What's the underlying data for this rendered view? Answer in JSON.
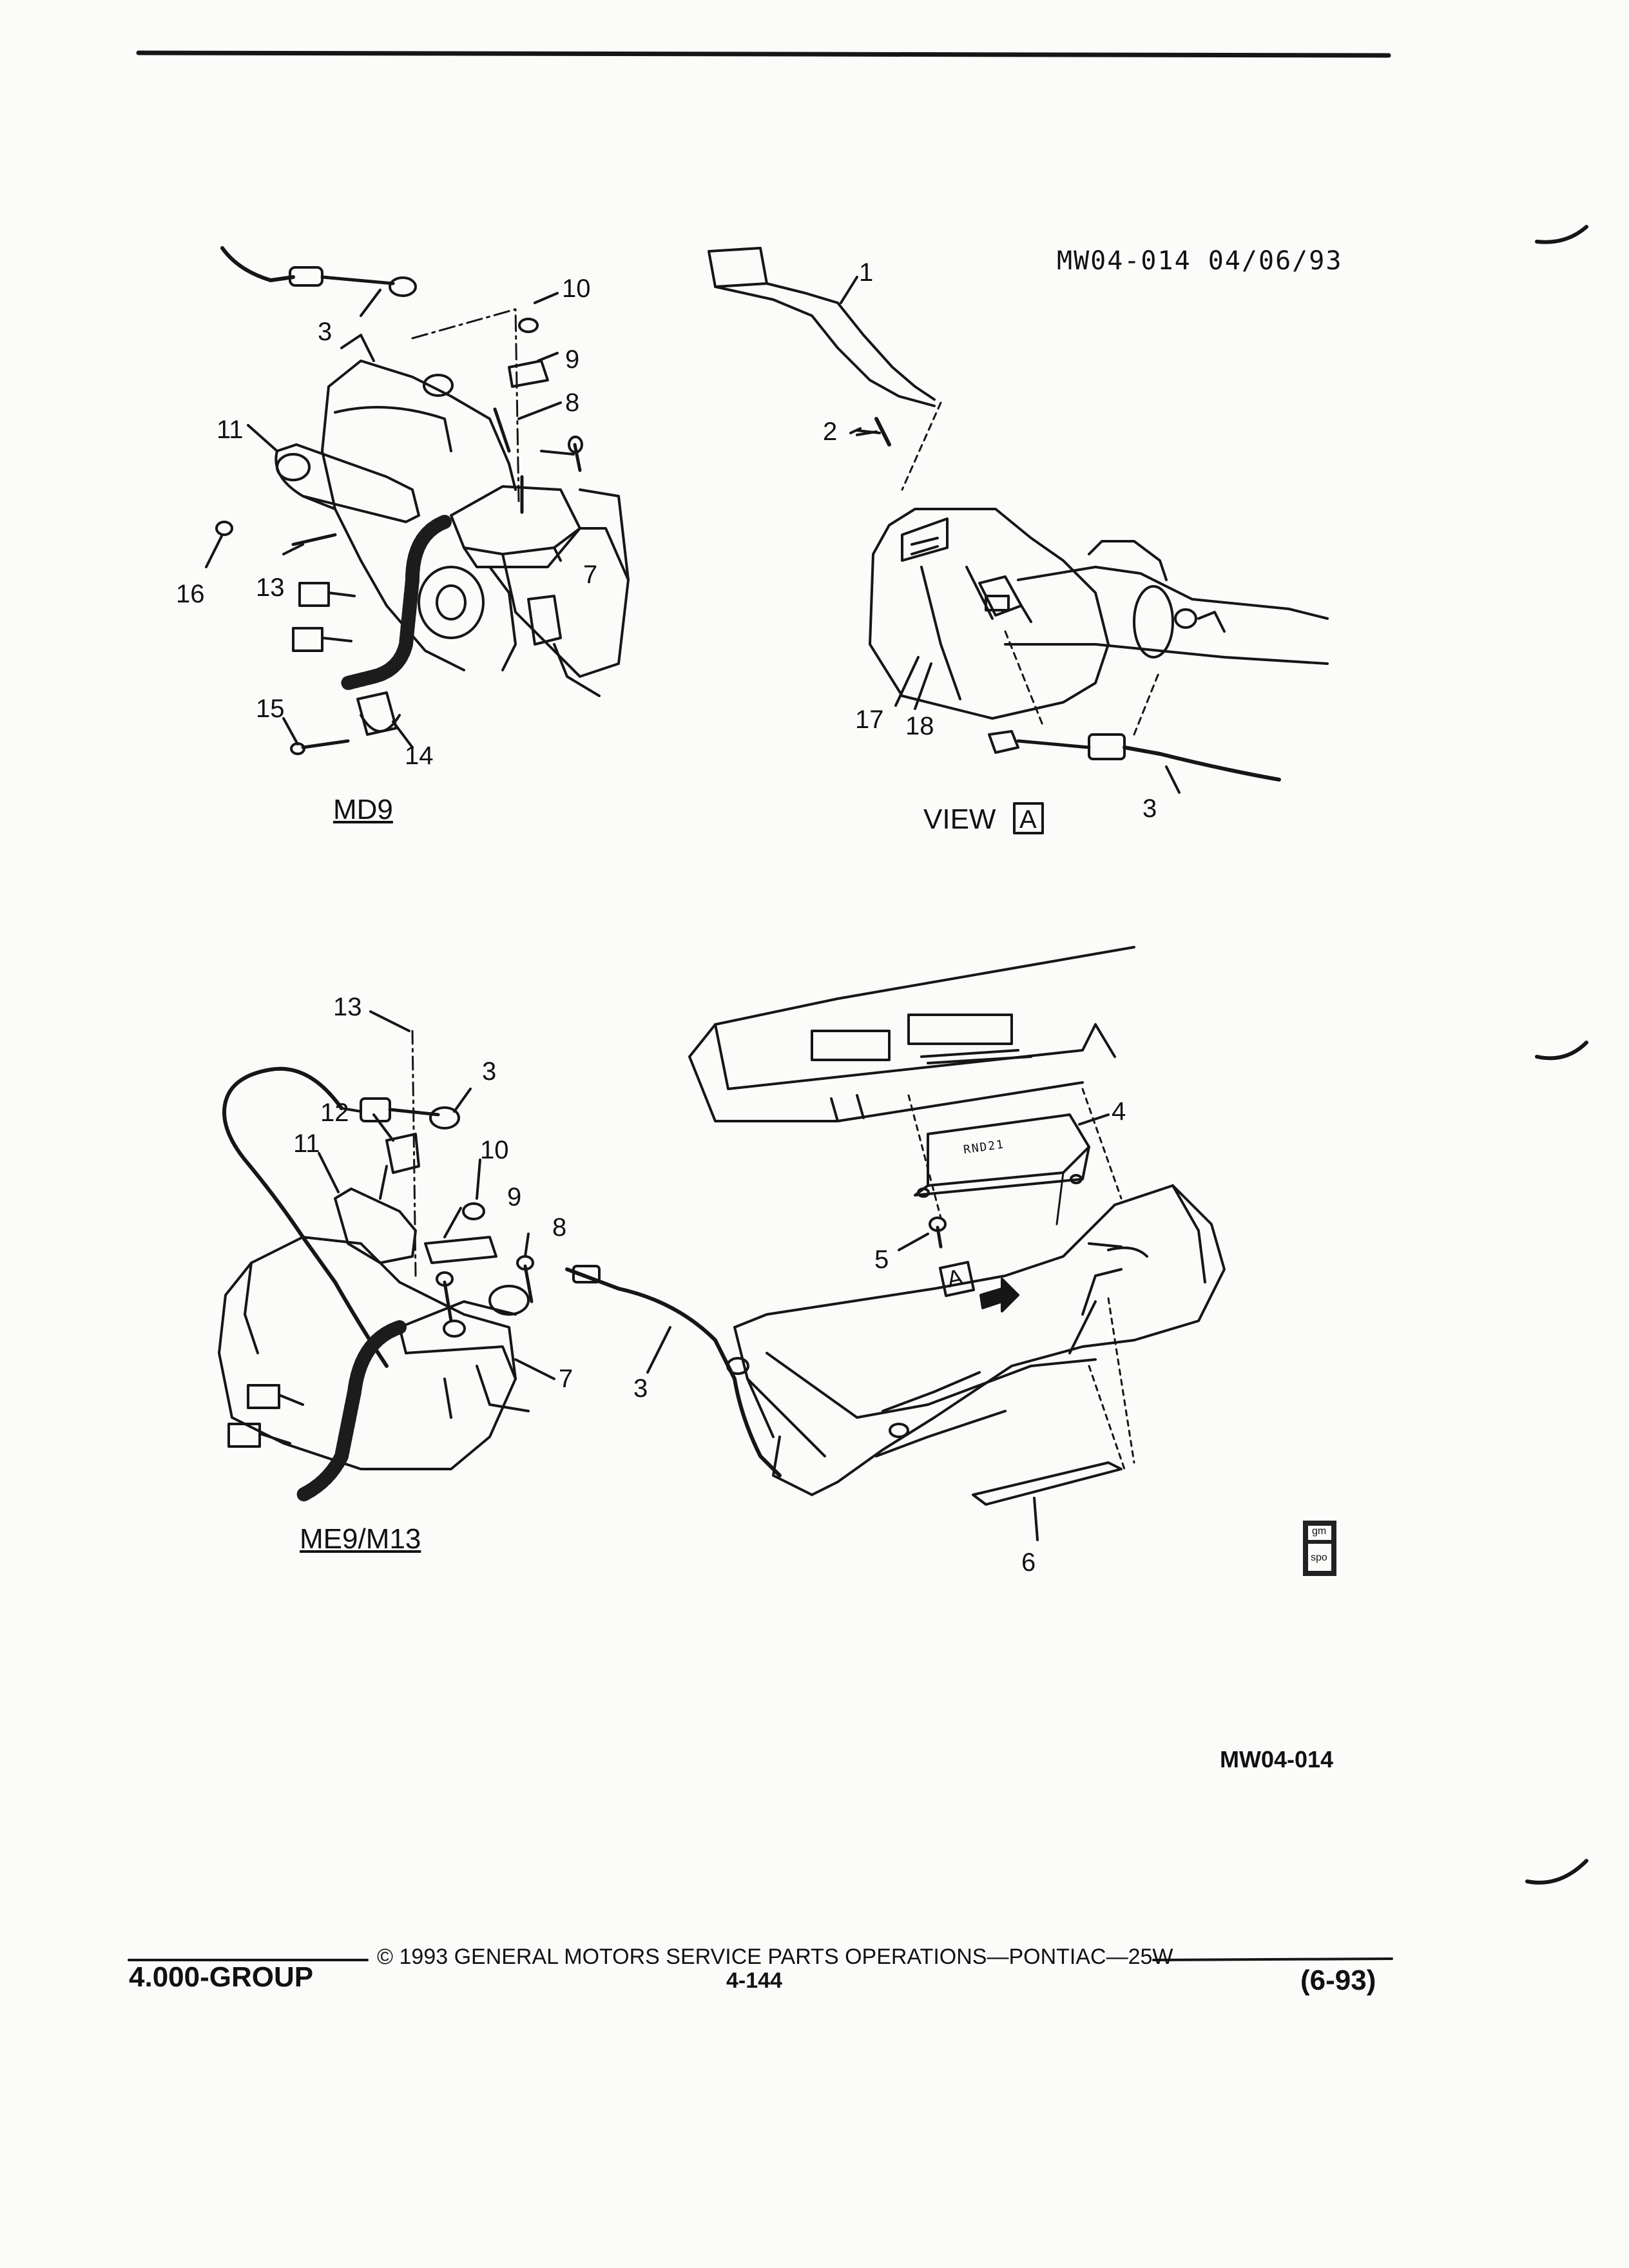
{
  "header": {
    "doc_code": "MW04-014 04/06/93"
  },
  "views": {
    "md9": {
      "caption": "MD9"
    },
    "view_a": {
      "prefix": "VIEW",
      "letter": "A"
    },
    "me9": {
      "caption": "ME9/M13"
    }
  },
  "callouts": {
    "tl": [
      "3",
      "10",
      "9",
      "8",
      "11",
      "16",
      "13",
      "7",
      "15",
      "14"
    ],
    "tr": [
      "1",
      "2",
      "17",
      "18",
      "3"
    ],
    "bl": [
      "13",
      "3",
      "12",
      "11",
      "10",
      "9",
      "8",
      "7"
    ],
    "br": [
      "4",
      "5",
      "3",
      "6"
    ]
  },
  "markers": {
    "indicator_text": "RND21",
    "arrow_letter": "A",
    "icon": "gm-spo-logo-icon",
    "logo_text": [
      "gm",
      "spo"
    ]
  },
  "figure_id": "MW04-014",
  "footer": {
    "copyright": "© 1993 GENERAL MOTORS SERVICE PARTS OPERATIONS—PONTIAC—25W",
    "group": "4.000-GROUP",
    "page": "4-144",
    "date_code": "(6-93)"
  }
}
